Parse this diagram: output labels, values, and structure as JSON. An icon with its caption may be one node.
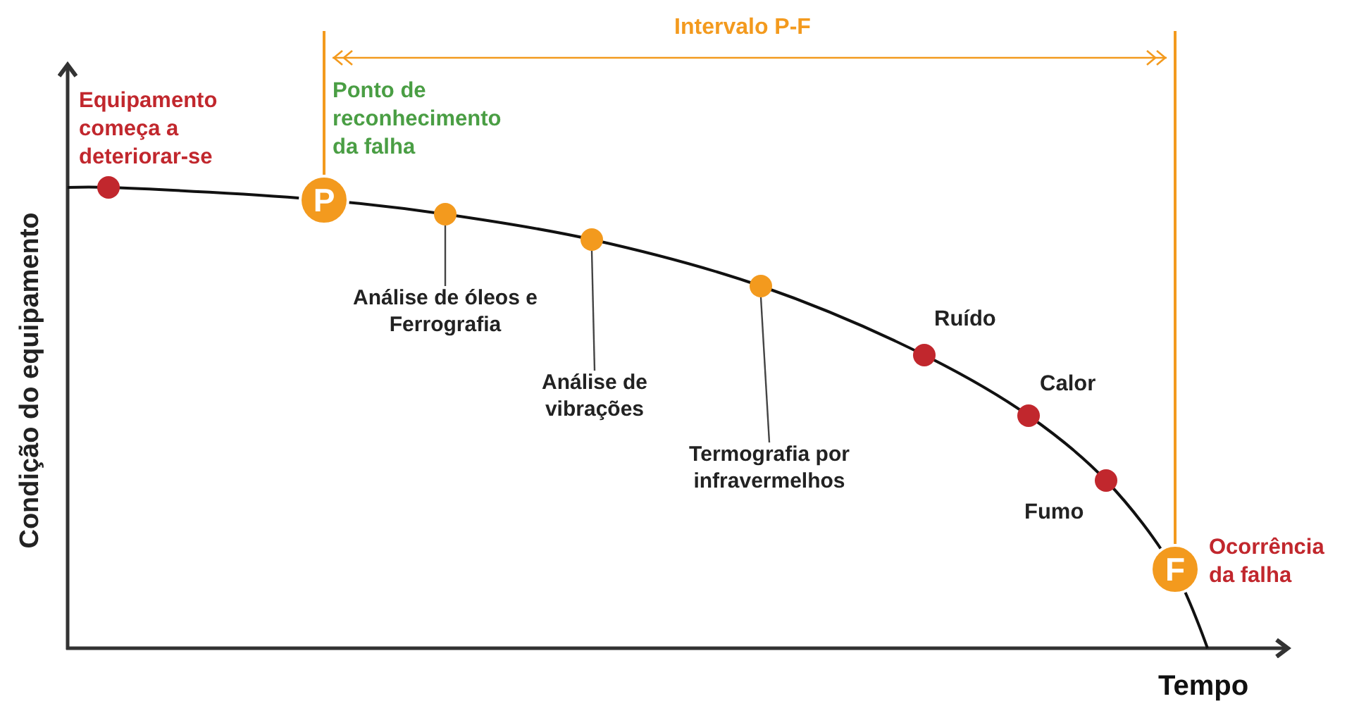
{
  "diagram": {
    "nodes": [
      {
        "text": [],
        "shape": "circle",
        "beside": [
          "Equipamento começa a deteriorar-se"
        ]
      },
      {
        "text": [
          "P"
        ],
        "beside": [
          "Ponto de reconhecimento da falha"
        ]
      },
      {
        "text": [],
        "shape": "circle"
      },
      {
        "text": [],
        "shape": "circle"
      },
      {
        "text": [],
        "shape": "circle"
      },
      {
        "text": [
          "Análise de óleos e Ferrografia"
        ]
      },
      {
        "text": [
          "Análise de vibrações"
        ]
      },
      {
        "text": [
          "Termografia por infravermelhos"
        ]
      },
      {
        "text": [],
        "shape": "circle",
        "beside": [
          "Ruído"
        ]
      },
      {
        "text": [],
        "shape": "circle",
        "beside": [
          "Calor"
        ]
      },
      {
        "text": [],
        "shape": "circle",
        "beside": [
          "Fumo"
        ]
      },
      {
        "text": [
          "F"
        ],
        "beside": [
          "Ocorrência da falha"
        ]
      }
    ],
    "edges": [
      {
        "from": 5,
        "to": 2,
        "arrow": "none"
      },
      {
        "from": 6,
        "to": 3,
        "arrow": "none"
      },
      {
        "from": 7,
        "to": 4,
        "arrow": "none"
      }
    ],
    "labels": [
      "Intervalo P-F",
      "Condição do equipamento",
      "Tempo"
    ]
  }
}
